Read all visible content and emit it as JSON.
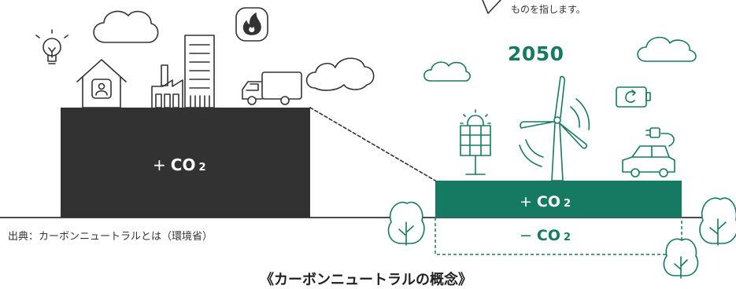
{
  "note": "ものを指します。",
  "year": "2050",
  "source": "出典：カーボンニュートラルとは（環境省）",
  "caption": "《カーボンニュートラルの概念》",
  "emission_label": {
    "sign": "+",
    "text": "CO",
    "sub": "2"
  },
  "absorbed_label": {
    "sign": "−",
    "text": "CO",
    "sub": "2"
  },
  "colors": {
    "dark": "#323232",
    "green": "#167a63",
    "line": "#333333"
  },
  "icons": [
    "light-bulb-icon",
    "cloud-icon",
    "fire-icon",
    "house-icon",
    "factory-icon",
    "building-icon",
    "truck-icon",
    "smoke-cloud-icon",
    "solar-panel-icon",
    "wind-turbine-icon",
    "battery-icon",
    "electric-car-icon",
    "tree-icon"
  ]
}
